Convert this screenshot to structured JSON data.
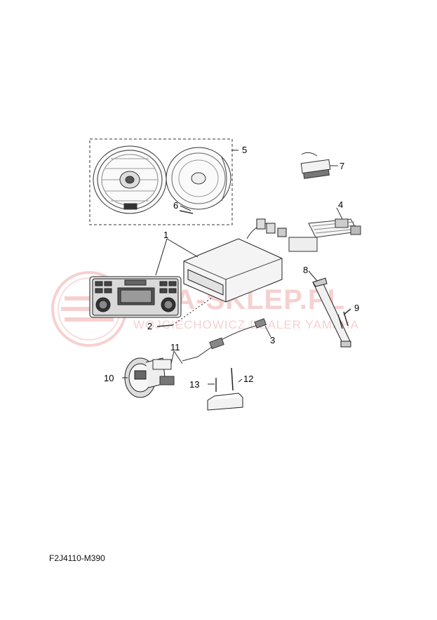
{
  "diagram": {
    "figure_code": "F2J4110-M390",
    "callouts": [
      "1",
      "2",
      "3",
      "4",
      "5",
      "6",
      "7",
      "8",
      "9",
      "10",
      "11",
      "12",
      "13"
    ]
  },
  "watermark": {
    "main_text": "MA-SKLEP.PL",
    "sub_text": "WOJCIECHOWICZ DEALER YAMAHA",
    "color": "#e87878"
  }
}
